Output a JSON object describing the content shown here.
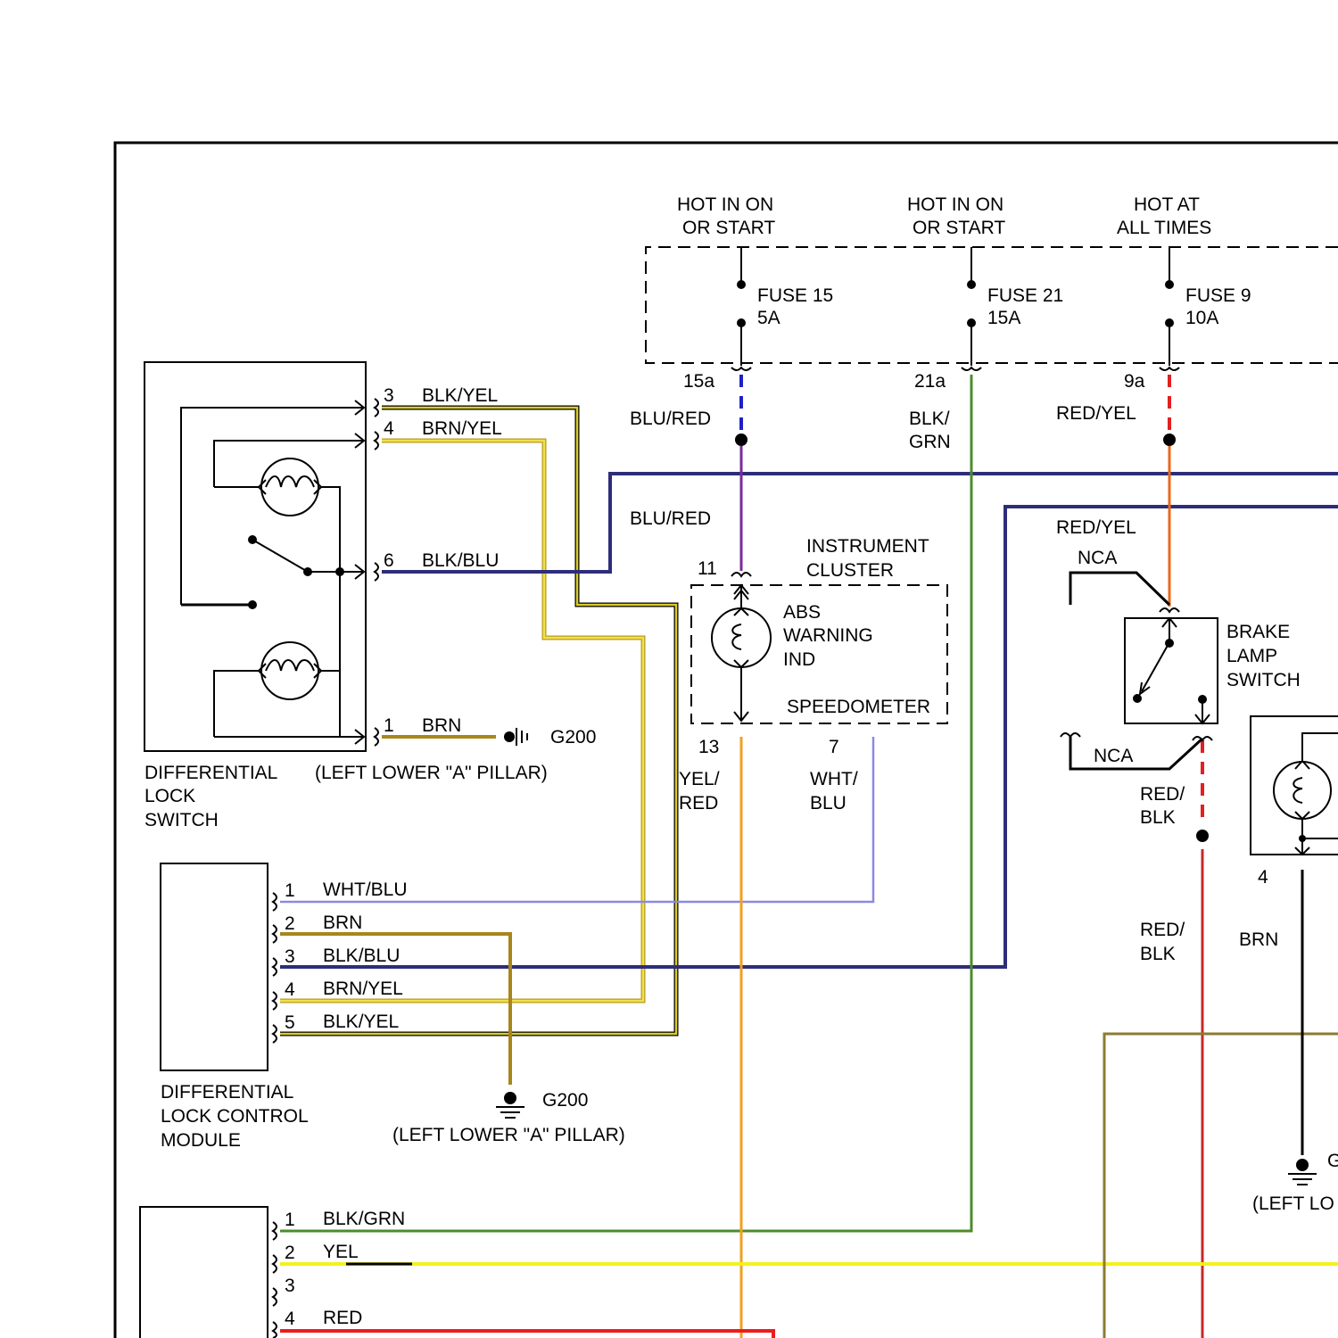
{
  "colors": {
    "BLK_YEL": "#d8cc2a",
    "BRN_YEL": "#e8d640",
    "BLK_BLU": "#2d2d7a",
    "BRN": "#a8861c",
    "WHT_BLU": "#8a8ae0",
    "BLU_RED": "#2020c8",
    "BLU_RED_PURPLE": "#7a2c9a",
    "BLK_GRN": "#4c8c2c",
    "RED_YEL": "#e22020",
    "RED_YEL_ORANGE": "#e8681c",
    "RED_BLK": "#d82828",
    "YEL": "#f6f01c",
    "YEL_RED": "#f0a020",
    "RED": "#ee1c1c",
    "BRN_OLIVE": "#8e7a30",
    "BLK": "#000000"
  },
  "power": {
    "sources": [
      {
        "line1": "HOT IN ON",
        "line2": "OR START",
        "fuse": "FUSE 15",
        "amp": "5A",
        "terminal": "15a",
        "wire": "BLU/RED"
      },
      {
        "line1": "HOT IN ON",
        "line2": "OR START",
        "fuse": "FUSE 21",
        "amp": "15A",
        "terminal": "21a",
        "wire_line1": "BLK/",
        "wire_line2": "GRN"
      },
      {
        "line1": "HOT AT",
        "line2": "ALL TIMES",
        "fuse": "FUSE 9",
        "amp": "10A",
        "terminal": "9a",
        "wire": "RED/YEL"
      }
    ]
  },
  "diff_lock_switch": {
    "name_lines": [
      "DIFFERENTIAL",
      "LOCK",
      "SWITCH"
    ],
    "pins": [
      {
        "num": "3",
        "wire": "BLK/YEL"
      },
      {
        "num": "4",
        "wire": "BRN/YEL"
      },
      {
        "num": "6",
        "wire": "BLK/BLU"
      },
      {
        "num": "1",
        "wire": "BRN"
      }
    ],
    "ground": {
      "label": "G200",
      "location": "(LEFT LOWER \"A\" PILLAR)"
    }
  },
  "instrument_cluster": {
    "name_lines": [
      "INSTRUMENT",
      "CLUSTER"
    ],
    "indicator_lines": [
      "ABS",
      "WARNING",
      "IND"
    ],
    "speedometer": "SPEEDOMETER",
    "pin_in": "11",
    "in_wire": "BLU/RED",
    "pin_out1": "13",
    "out1_wire": [
      "YEL/",
      "RED"
    ],
    "pin_out2": "7",
    "out2_wire": [
      "WHT/",
      "BLU"
    ]
  },
  "brake_lamp_switch": {
    "name_lines": [
      "BRAKE",
      "LAMP",
      "SWITCH"
    ],
    "in_wire": "RED/YEL",
    "nca_top": "NCA",
    "nca_bottom": "NCA",
    "out_wire": [
      "RED/",
      "BLK"
    ],
    "out_wire2": [
      "RED/",
      "BLK"
    ]
  },
  "control_module": {
    "name_lines": [
      "DIFFERENTIAL",
      "LOCK CONTROL",
      "MODULE"
    ],
    "pins": [
      {
        "num": "1",
        "wire": "WHT/BLU"
      },
      {
        "num": "2",
        "wire": "BRN"
      },
      {
        "num": "3",
        "wire": "BLK/BLU"
      },
      {
        "num": "4",
        "wire": "BRN/YEL"
      },
      {
        "num": "5",
        "wire": "BLK/YEL"
      }
    ],
    "ground": {
      "label": "G200",
      "location": "(LEFT LOWER \"A\" PILLAR)"
    }
  },
  "bottom_module": {
    "pins": [
      {
        "num": "1",
        "wire": "BLK/GRN"
      },
      {
        "num": "2",
        "wire": "YEL"
      },
      {
        "num": "3",
        "wire": ""
      },
      {
        "num": "4",
        "wire": "RED"
      }
    ]
  },
  "right_component": {
    "pin": "4",
    "wire": "BRN",
    "ground_label": "G",
    "ground_location": "(LEFT LO"
  }
}
